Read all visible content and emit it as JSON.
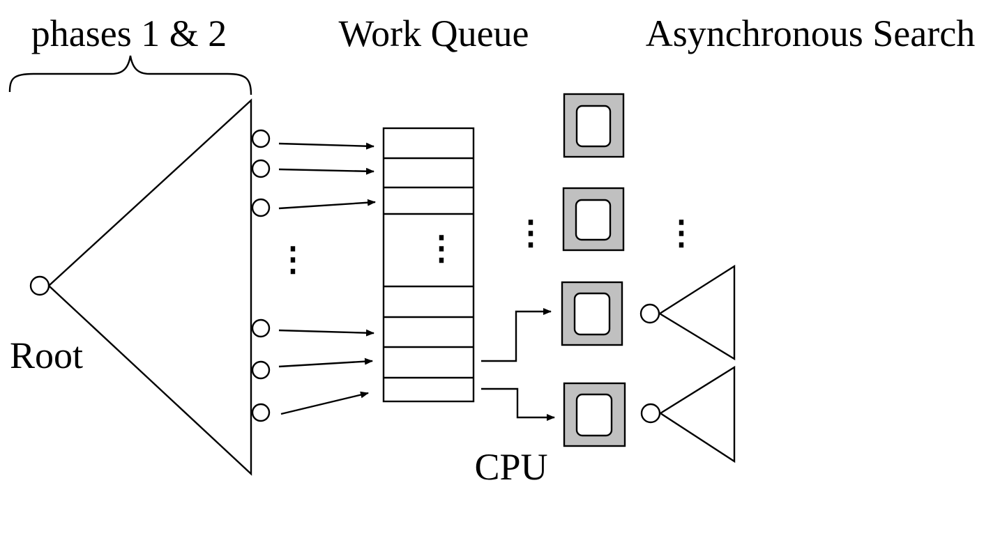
{
  "labels": {
    "phases": "phases 1 & 2",
    "work_queue": "Work Queue",
    "async_search": "Asynchronous Search",
    "root": "Root",
    "cpu": "CPU"
  },
  "ellipsis": "⋮",
  "colors": {
    "stroke": "#000000",
    "cpu_fill": "#c0c0c0",
    "background": "#ffffff"
  }
}
